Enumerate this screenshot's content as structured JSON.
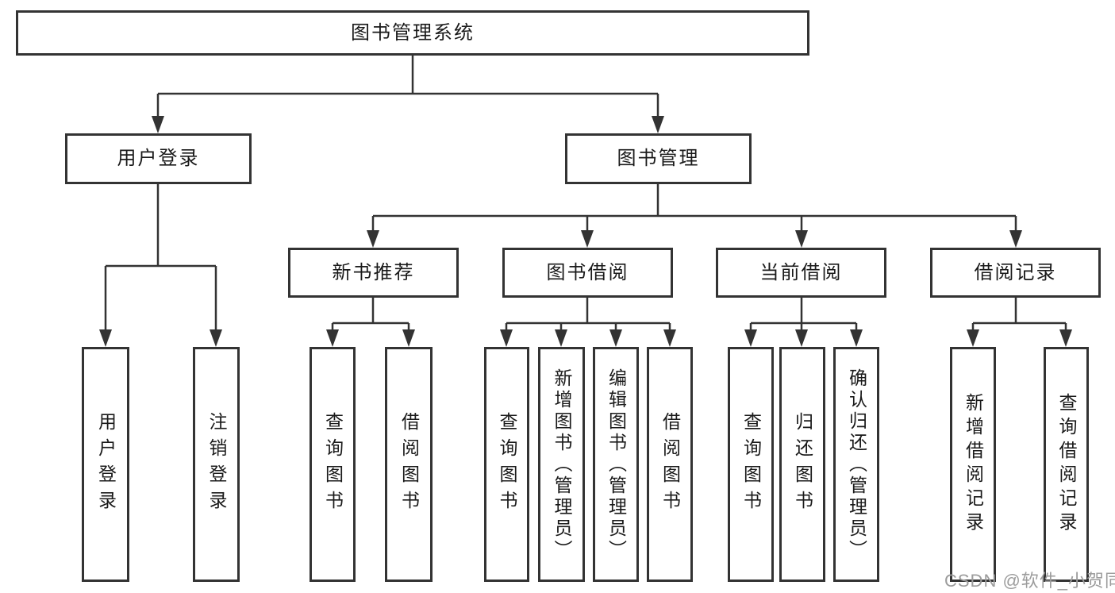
{
  "diagram": {
    "root": "图书管理系统",
    "branches": {
      "user_login": "用户登录",
      "book_management": "图书管理"
    },
    "modules": {
      "new_book_recommend": "新书推荐",
      "book_borrow": "图书借阅",
      "current_borrow": "当前借阅",
      "borrow_records": "借阅记录"
    },
    "leaves": {
      "user_login": "用户登录",
      "logout_login": "注销登录",
      "recommend_query_books": "查询图书",
      "recommend_borrow_books": "借阅图书",
      "borrow_query_books": "查询图书",
      "borrow_add_books": "新增图书（管理员）",
      "borrow_edit_books": "编辑图书（管理员）",
      "borrow_borrow_books": "借阅图书",
      "current_query_books": "查询图书",
      "current_return_books": "归还图书",
      "current_confirm_return": "确认归还（管理员）",
      "records_add_record": "新增借阅记录",
      "records_query_record": "查询借阅记录"
    },
    "colors": {
      "line": "#333333",
      "text": "#1a1a1a",
      "background": "#ffffff",
      "watermark": "#9c9c9c"
    }
  },
  "watermark": "CSDN @软件_小贺同学"
}
